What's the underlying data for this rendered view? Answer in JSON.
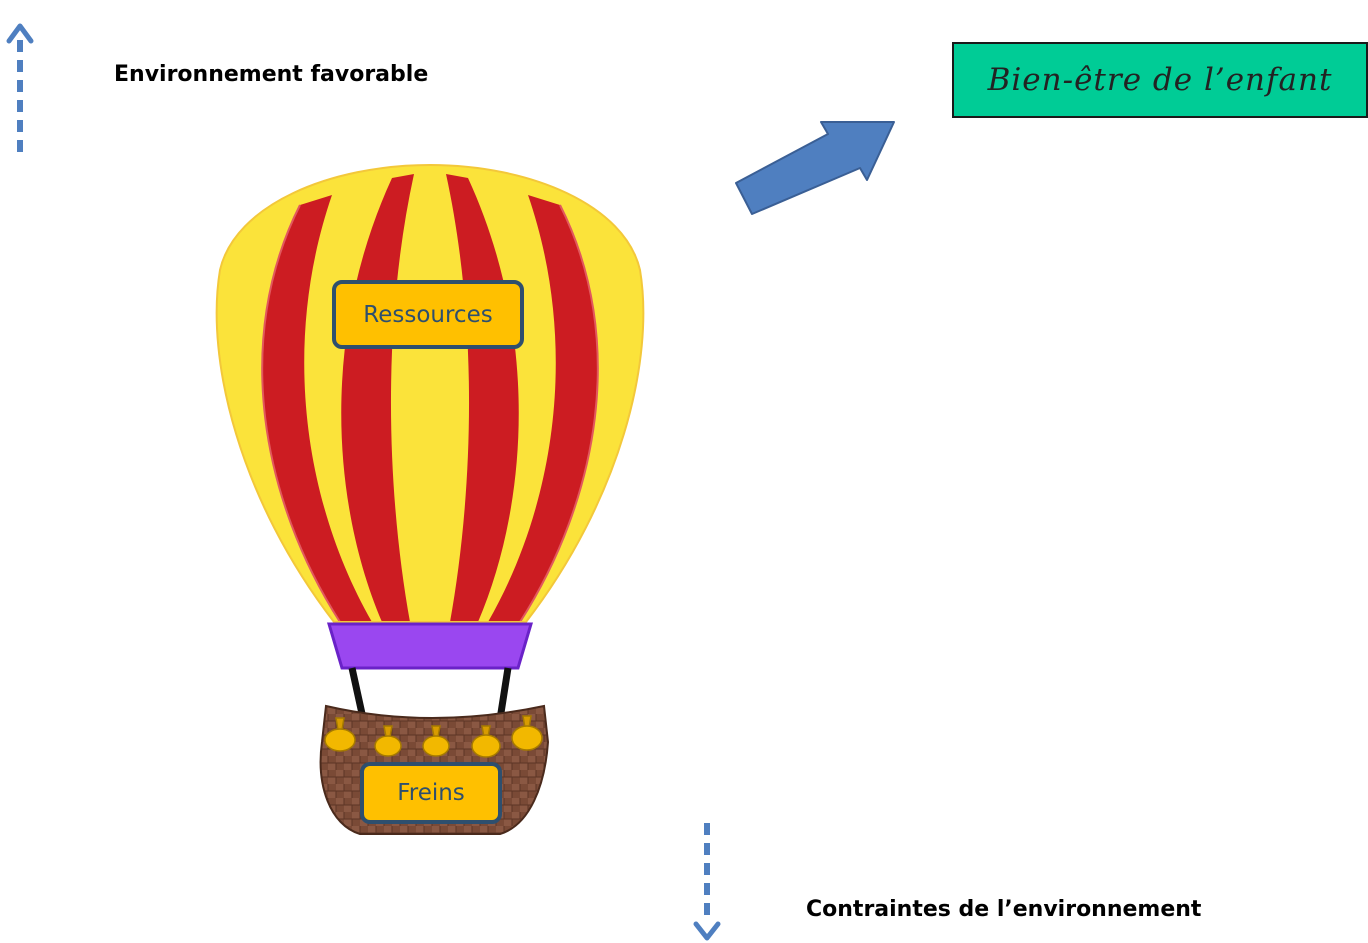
{
  "labels": {
    "favorable": "Environnement favorable",
    "contraintes": "Contraintes de l’environnement",
    "bien_etre": "Bien-être de l’enfant",
    "ressources": "Ressources",
    "freins": "Freins"
  },
  "colors": {
    "balloon_red": "#cc1c22",
    "balloon_yellow": "#fbe33a",
    "collar_purple": "#9a47f0",
    "basket_brown": "#7a4a36",
    "tag_fill": "#ffc000",
    "tag_border": "#2e4f6e",
    "title_fill": "#00cc96",
    "arrow_blue": "#4f7fc0"
  }
}
